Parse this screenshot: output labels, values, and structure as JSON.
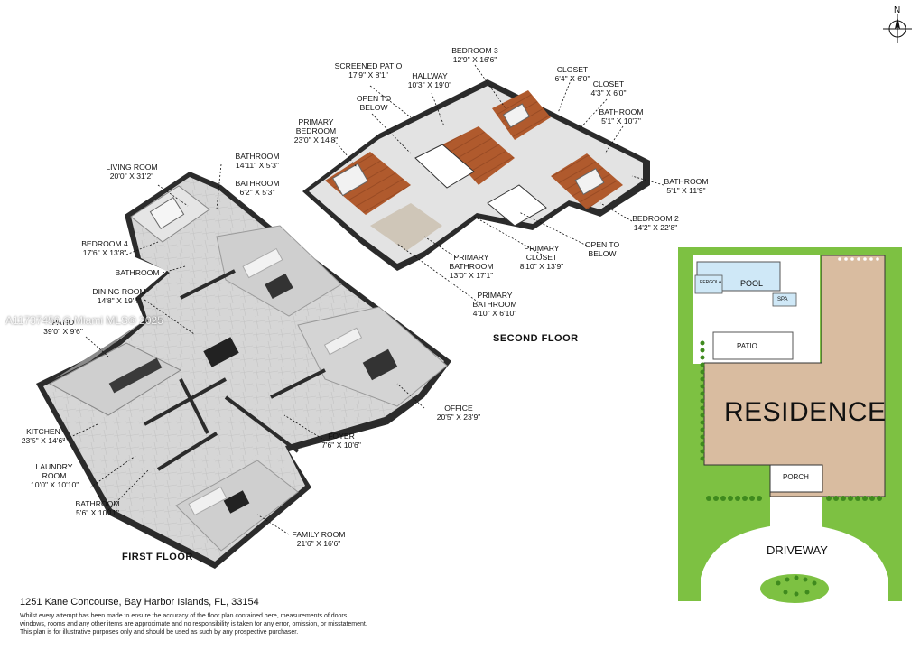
{
  "first_floor": {
    "title": "FIRST FLOOR",
    "rooms": [
      {
        "name": "LIVING ROOM",
        "dims": "20'0\" x 31'2\""
      },
      {
        "name": "BATHROOM",
        "dims": "14'11\" x 5'3\""
      },
      {
        "name": "BATHROOM",
        "dims": "6'2\" x 5'3\""
      },
      {
        "name": "BEDROOM 4",
        "dims": "17'6\" x 13'8\""
      },
      {
        "name": "BATHROOM",
        "dims": ""
      },
      {
        "name": "DINING ROOM",
        "dims": "14'8\" x 19'4\""
      },
      {
        "name": "PATIO",
        "dims": "39'0\" x 9'6\""
      },
      {
        "name": "KITCHEN",
        "dims": "23'5\" x 14'6\""
      },
      {
        "name": "LAUNDRY ROOM",
        "dims": "10'0\" x 10'10\""
      },
      {
        "name": "BATHROOM",
        "dims": "5'6\" x 10'11\""
      },
      {
        "name": "FAMILY ROOM",
        "dims": "21'6\" x 16'6\""
      },
      {
        "name": "FOYER",
        "dims": "7'6\" x 10'6\""
      },
      {
        "name": "OFFICE",
        "dims": "20'5\" x 23'9\""
      }
    ]
  },
  "second_floor": {
    "title": "SECOND FLOOR",
    "rooms": [
      {
        "name": "SCREENED PATIO",
        "dims": "17'9\" x 8'1\""
      },
      {
        "name": "HALLWAY",
        "dims": "10'3\" x 19'0\""
      },
      {
        "name": "BEDROOM 3",
        "dims": "12'9\" x 16'6\""
      },
      {
        "name": "CLOSET",
        "dims": "6'4\" x 6'0\""
      },
      {
        "name": "CLOSET",
        "dims": "4'3\" x 6'0\""
      },
      {
        "name": "BATHROOM",
        "dims": "5'1\" x 10'7\""
      },
      {
        "name": "OPEN TO BELOW",
        "dims": ""
      },
      {
        "name": "PRIMARY BEDROOM",
        "dims": "23'0\" x 14'8\""
      },
      {
        "name": "BATHROOM",
        "dims": "5'1\" x 11'9\""
      },
      {
        "name": "BEDROOM 2",
        "dims": "14'2\" x 22'8\""
      },
      {
        "name": "OPEN TO BELOW",
        "dims": ""
      },
      {
        "name": "PRIMARY CLOSET",
        "dims": "8'10\" x 13'9\""
      },
      {
        "name": "PRIMARY BATHROOM",
        "dims": "13'0\" x 17'1\""
      },
      {
        "name": "PRIMARY BATHROOM",
        "dims": "4'10\" x 6'10\""
      }
    ]
  },
  "site_plan": {
    "residence": "RESIDENCE",
    "pool": "POOL",
    "spa": "SPA",
    "pergola": "PERGOLA",
    "patio": "PATIO",
    "porch": "PORCH",
    "driveway": "DRIVEWAY"
  },
  "compass": {
    "north": "N"
  },
  "watermark": "A11737450 © Miami MLS® 2025",
  "address": "1251 Kane Concourse, Bay Harbor Islands, FL, 33154",
  "disclaimer": [
    "Whilst every attempt has been made to ensure the accuracy of the floor plan contained here, measurements of doors,",
    "windows, rooms and any other items are approximate and no responsibility is taken for any error, omission, or misstatement.",
    "This plan is for illustrative purposes only and should be used as such by any prospective purchaser."
  ],
  "colors": {
    "lawn": "#7dc142",
    "residence": "#d9bca0",
    "pool": "#cfe8f7",
    "floor_tile": "#d9d9d9",
    "wood": "#b35a2c",
    "wall": "#2b2b2b"
  }
}
